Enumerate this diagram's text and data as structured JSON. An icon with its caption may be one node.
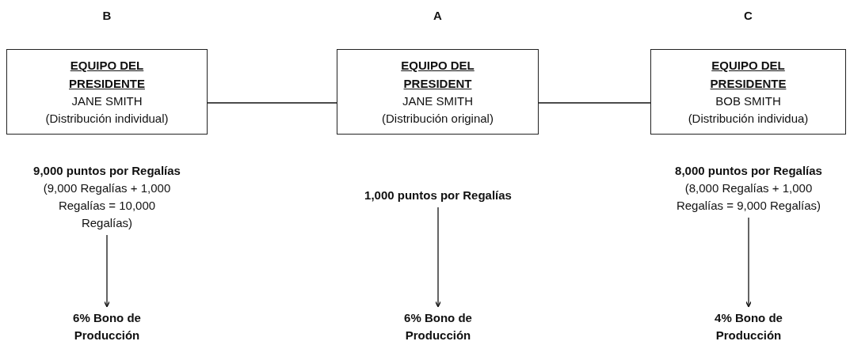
{
  "diagram": {
    "nodes": [
      {
        "text": [
          "EQUIPO DEL PRESIDENTE",
          "JANE SMITH",
          "(Distribución individual)"
        ],
        "beside": [
          "B"
        ]
      },
      {
        "text": [
          "EQUIPO DEL PRESIDENT",
          "JANE SMITH",
          "(Distribución original)"
        ],
        "beside": [
          "A"
        ]
      },
      {
        "text": [
          "EQUIPO DEL PRESIDENTE",
          "BOB SMITH",
          "(Distribución individua)"
        ],
        "beside": [
          "C"
        ]
      },
      {
        "text": [
          "9,000 puntos por Regalías",
          "(9,000 Regalías + 1,000 Regalías = 10,000 Regalías)"
        ]
      },
      {
        "text": [
          "1,000 puntos por Regalías"
        ]
      },
      {
        "text": [
          "8,000 puntos por Regalías",
          "(8,000 Regalías + 1,000 Regalías = 9,000 Regalías)"
        ]
      },
      {
        "text": [
          "6% Bono de Producción"
        ]
      },
      {
        "text": [
          "6% Bono de Producción"
        ]
      },
      {
        "text": [
          "4% Bono de Producción"
        ]
      }
    ],
    "edges": [
      {
        "from": 0,
        "to": 1,
        "arrow": "none"
      },
      {
        "from": 1,
        "to": 2,
        "arrow": "none"
      },
      {
        "from": 3,
        "to": 6,
        "arrow": "to"
      },
      {
        "from": 4,
        "to": 7,
        "arrow": "to"
      },
      {
        "from": 5,
        "to": 8,
        "arrow": "to"
      }
    ]
  }
}
